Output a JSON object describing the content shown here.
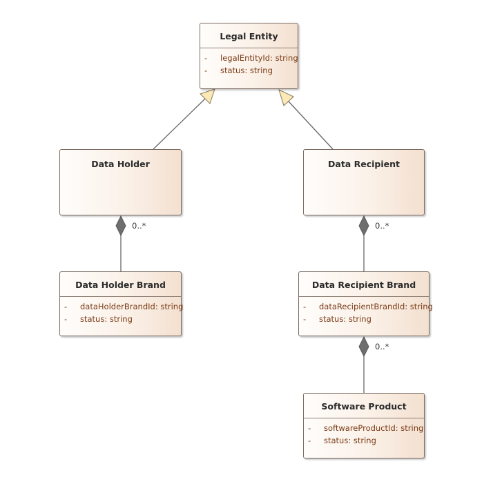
{
  "classes": {
    "legal_entity": {
      "name": "Legal Entity",
      "attributes": [
        {
          "visibility": "-",
          "text": "legalEntityId: string"
        },
        {
          "visibility": "-",
          "text": "status: string"
        }
      ]
    },
    "data_holder": {
      "name": "Data Holder"
    },
    "data_recipient": {
      "name": "Data Recipient"
    },
    "data_holder_brand": {
      "name": "Data Holder Brand",
      "attributes": [
        {
          "visibility": "-",
          "text": "dataHolderBrandId: string"
        },
        {
          "visibility": "-",
          "text": "status: string"
        }
      ]
    },
    "data_recipient_brand": {
      "name": "Data Recipient Brand",
      "attributes": [
        {
          "visibility": "-",
          "text": "dataRecipientBrandId: string"
        },
        {
          "visibility": "-",
          "text": "status: string"
        }
      ]
    },
    "software_product": {
      "name": "Software Product",
      "attributes": [
        {
          "visibility": "-",
          "text": "softwareProductId: string"
        },
        {
          "visibility": "-",
          "text": "status: string"
        }
      ]
    }
  },
  "relationships": {
    "holder_to_holder_brand": {
      "multiplicity": "0..*"
    },
    "recipient_to_recipient_brand": {
      "multiplicity": "0..*"
    },
    "recipient_brand_to_software_product": {
      "multiplicity": "0..*"
    }
  },
  "colors": {
    "line": "#666666",
    "diamond": "#6e6e6e",
    "generalization_arrow_fill": "#fde9b6",
    "generalization_arrow_stroke": "#8a8066",
    "attribute_text": "#7a3b16"
  }
}
